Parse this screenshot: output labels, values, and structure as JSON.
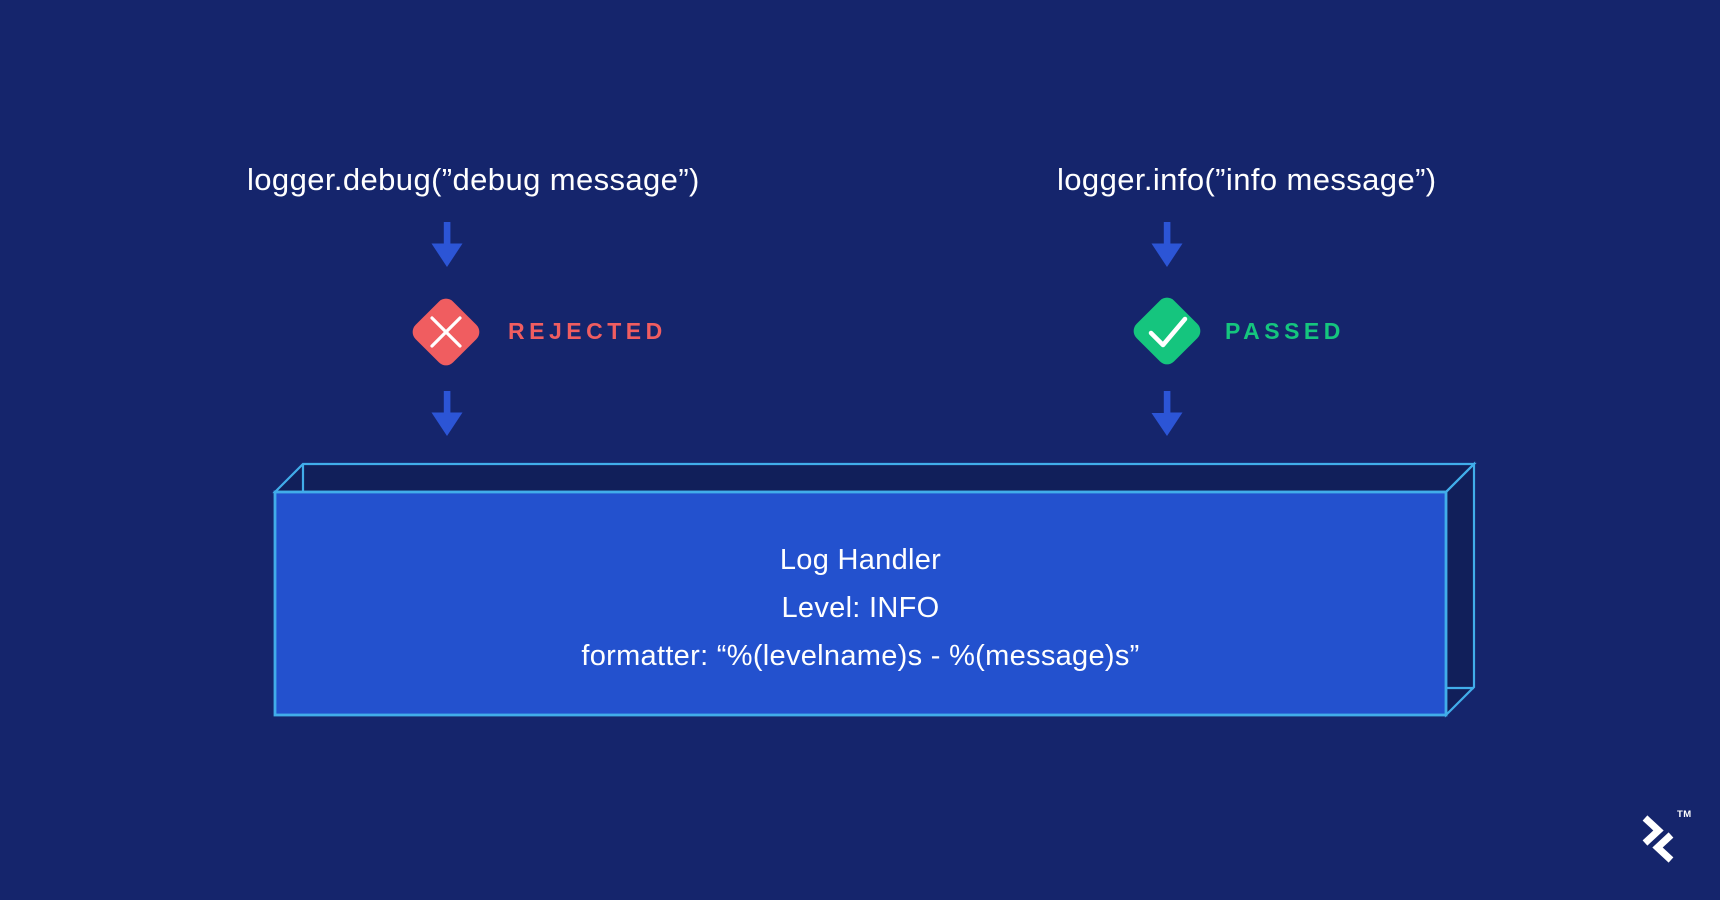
{
  "colors": {
    "background": "#15256C",
    "box-fill": "#2351CE",
    "box-outline": "#41ADEA",
    "arrow": "#2C55D6",
    "rejected": "#F05D60",
    "passed": "#15C57E",
    "text": "#FFFFFF"
  },
  "flows": {
    "debug": {
      "code": "logger.debug(”debug message”)",
      "status": "REJECTED",
      "icon": "x-icon"
    },
    "info": {
      "code": "logger.info(”info message”)",
      "status": "PASSED",
      "icon": "check-icon"
    }
  },
  "handler": {
    "lines": [
      "Log Handler",
      "Level: INFO",
      "formatter: “%(levelname)s - %(message)s”"
    ]
  },
  "branding": {
    "logo": "toptal-logo",
    "trademark": "TM"
  }
}
